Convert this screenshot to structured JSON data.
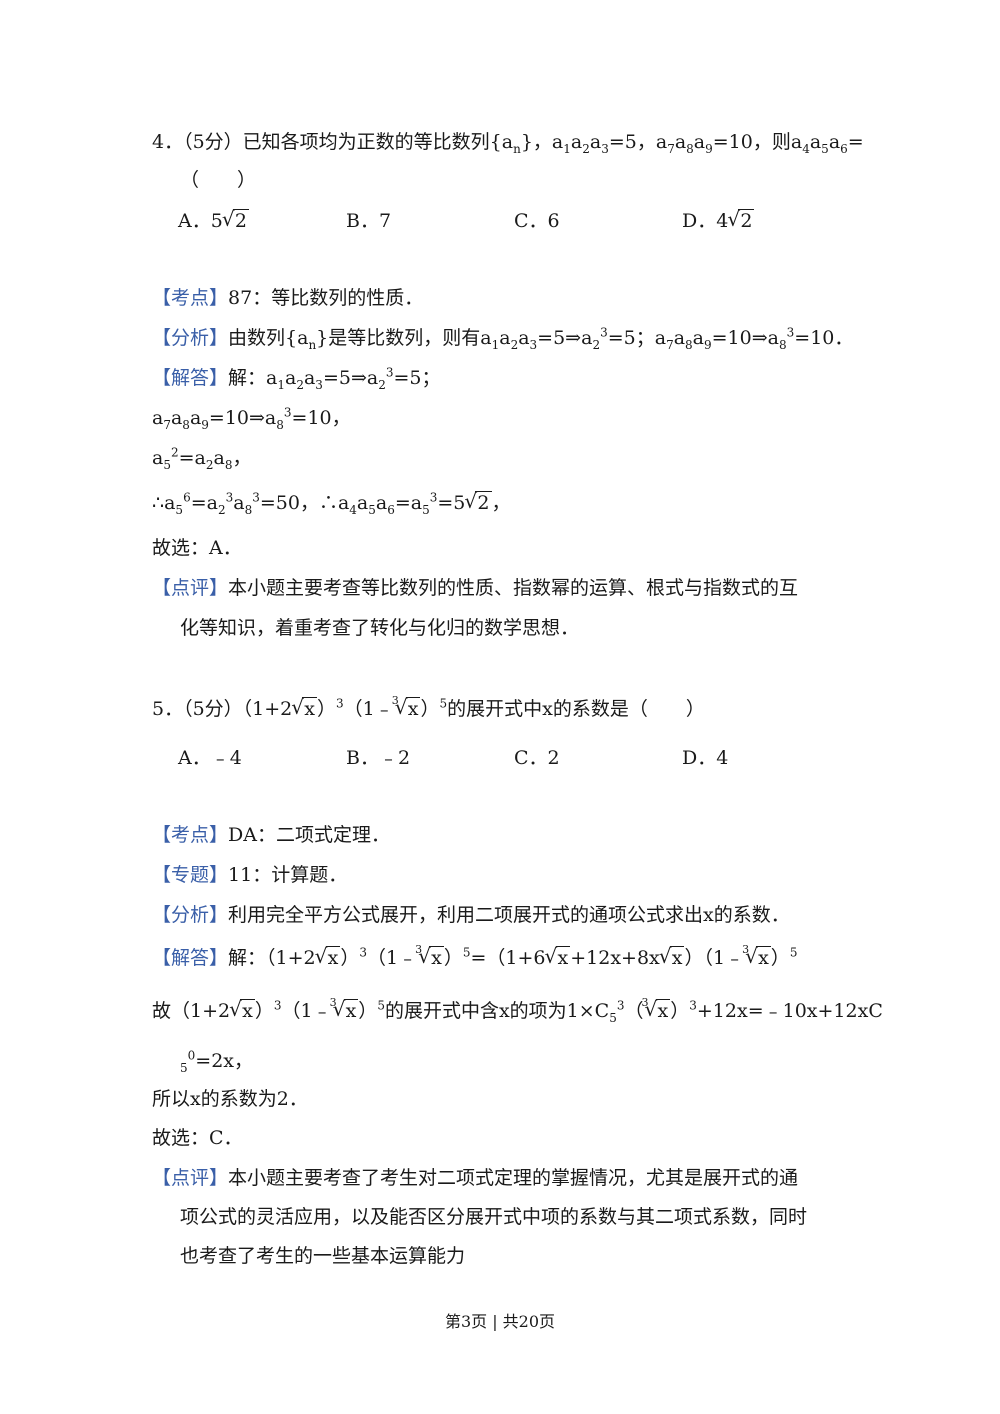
{
  "q4": {
    "stem_a": "4．（5分）已知各项均为正数的等比数列{a",
    "stem_b": "}，a",
    "stem_c": "=5，a",
    "stem_d": "=10，则a",
    "stem_e": "=",
    "paren": "（　　）",
    "options": [
      "A．5",
      "B．7",
      "C．6",
      "D．4"
    ],
    "kaodian_tag": "【考点】",
    "kaodian": "87：等比数列的性质．",
    "fenxi_tag": "【分析】",
    "fenxi_a": "由数列{a",
    "fenxi_b": "}是等比数列，则有a",
    "fenxi_c": "=5⇒a",
    "fenxi_d": "=5；a",
    "fenxi_e": "=10⇒a",
    "fenxi_f": "=10．",
    "jieda_tag": "【解答】",
    "jieda": "解：",
    "sol_line1_a": "=5⇒a",
    "sol_line1_b": "=5；",
    "sol_line2_a": "=10⇒a",
    "sol_line2_b": "=10，",
    "sol_line3": "=a",
    "sol_line4_a": "∴a",
    "sol_line4_b": "=a",
    "sol_line4_c": "=50，∴a",
    "sol_line4_d": "=a",
    "sol_line4_e": "=5",
    "choice": "故选：A．",
    "dianping_tag": "【点评】",
    "dianping_1": "本小题主要考查等比数列的性质、指数幂的运算、根式与指数式的互",
    "dianping_2": "化等知识，着重考查了转化与化归的数学思想．"
  },
  "q5": {
    "stem_a": "5．（5分）（1+2",
    "stem_b": "）",
    "stem_c": "（1﹣",
    "stem_d": "）",
    "stem_e": "的展开式中x的系数是（　　）",
    "options": [
      "A．﹣4",
      "B．﹣2",
      "C．2",
      "D．4"
    ],
    "kaodian_tag": "【考点】",
    "kaodian": "DA：二项式定理．",
    "zhuanti_tag": "【专题】",
    "zhuanti": "11：计算题．",
    "fenxi_tag": "【分析】",
    "fenxi": "利用完全平方公式展开，利用二项展开式的通项公式求出x的系数．",
    "jieda_tag": "【解答】",
    "jieda_a": "解：（1+2",
    "jieda_b": "=（1+6",
    "jieda_c": "+12x+8x",
    "jieda_d": "）（1﹣",
    "gu_a": "故（1+2",
    "gu_b": "的展开式中含x的项为1×C",
    "gu_c": "（",
    "gu_d": "+12x=﹣10x+12xC",
    "gu_e": "=2x，",
    "result": "所以x的系数为2．",
    "choice": "故选：C．",
    "dianping_tag": "【点评】",
    "dianping_1": "本小题主要考查了考生对二项式定理的掌握情况，尤其是展开式的通",
    "dianping_2": "项公式的灵活应用，以及能否区分展开式中项的系数与其二项式系数，同时",
    "dianping_3": "也考查了考生的一些基本运算能力"
  },
  "footer": "第3页 | 共20页"
}
